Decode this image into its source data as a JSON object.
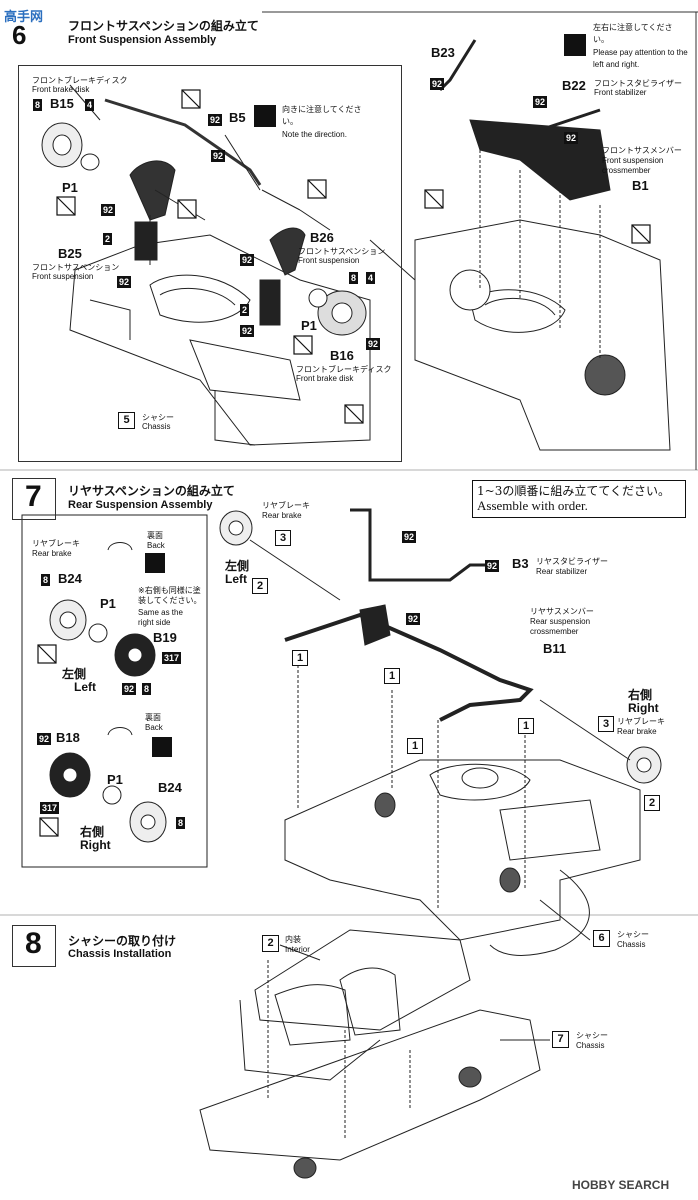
{
  "watermarks": {
    "top_left": "高手网",
    "bottom_right": "HOBBY SEARCH"
  },
  "step6": {
    "title_jp": "フロントサスペンションの組み立て",
    "title_en": "Front Suspension Assembly",
    "left_brake": {
      "jp": "フロントブレーキディスク",
      "en": "Front brake disk",
      "part": "B15",
      "paint_a": "8",
      "paint_b": "4"
    },
    "p1_left": "P1",
    "b25": {
      "part": "B25",
      "jp": "フロントサスペンション",
      "en": "Front suspension"
    },
    "b5": "B5",
    "direction_note": {
      "jp": "向きに注意してください。",
      "en": "Note the direction."
    },
    "b26": {
      "part": "B26",
      "jp": "フロントサスペンション",
      "en": "Front suspension"
    },
    "p1_right": "P1",
    "b16": {
      "part": "B16",
      "jp": "フロントブレーキディスク",
      "en": "Front brake disk"
    },
    "right_paint_a": "8",
    "right_paint_b": "4",
    "chassis": {
      "num": "5",
      "jp": "シャシー",
      "en": "Chassis"
    },
    "b23": "B23",
    "lr_note": {
      "jp": "左右に注意してください。",
      "en": "Please pay attention to the left and right."
    },
    "b22": {
      "part": "B22",
      "jp": "フロントスタビライザー",
      "en": "Front stabilizer"
    },
    "b1": {
      "part": "B1",
      "jp": "フロントサスメンバー",
      "en": "Front suspension crossmember"
    },
    "paint_92": "92",
    "paint_2": "2"
  },
  "step7": {
    "num": "7",
    "title_jp": "リヤサスペンションの組み立て",
    "title_en": "Rear Suspension Assembly",
    "order_note": {
      "jp": "1~3の順番に組み立ててください。",
      "en": "Assemble with order."
    },
    "sub_left": {
      "rear_brake_jp": "リヤブレーキ",
      "rear_brake_en": "Rear brake",
      "back_jp": "裏面",
      "back_en": "Back",
      "b24": "B24",
      "p1": "P1",
      "b19": "B19",
      "same_note_jp": "※右側も同様に塗装してください。",
      "same_note_en": "Same as the right side",
      "left_jp": "左側",
      "left_en": "Left",
      "b18": "B18",
      "b24b": "B24",
      "p1b": "P1",
      "right_jp": "右側",
      "right_en": "Right",
      "paint_8": "8",
      "paint_92": "92",
      "paint_317": "317"
    },
    "rear_brake_top": {
      "jp": "リヤブレーキ",
      "en": "Rear brake"
    },
    "left_side": {
      "jp": "左側",
      "en": "Left"
    },
    "b3": {
      "part": "B3",
      "jp": "リヤスタビライザー",
      "en": "Rear stabilizer"
    },
    "b11": {
      "part": "B11",
      "jp": "リヤサスメンバー",
      "en": "Rear suspension crossmember"
    },
    "right_side": {
      "jp": "右側",
      "en": "Right"
    },
    "rear_brake_right": {
      "jp": "リヤブレーキ",
      "en": "Rear brake"
    },
    "chassis": {
      "num": "6",
      "jp": "シャシー",
      "en": "Chassis"
    },
    "order": [
      "1",
      "2",
      "3"
    ]
  },
  "step8": {
    "num": "8",
    "title_jp": "シャシーの取り付け",
    "title_en": "Chassis Installation",
    "interior": {
      "num": "2",
      "jp": "内装",
      "en": "Interior"
    },
    "chassis": {
      "num": "7",
      "jp": "シャシー",
      "en": "Chassis"
    }
  }
}
